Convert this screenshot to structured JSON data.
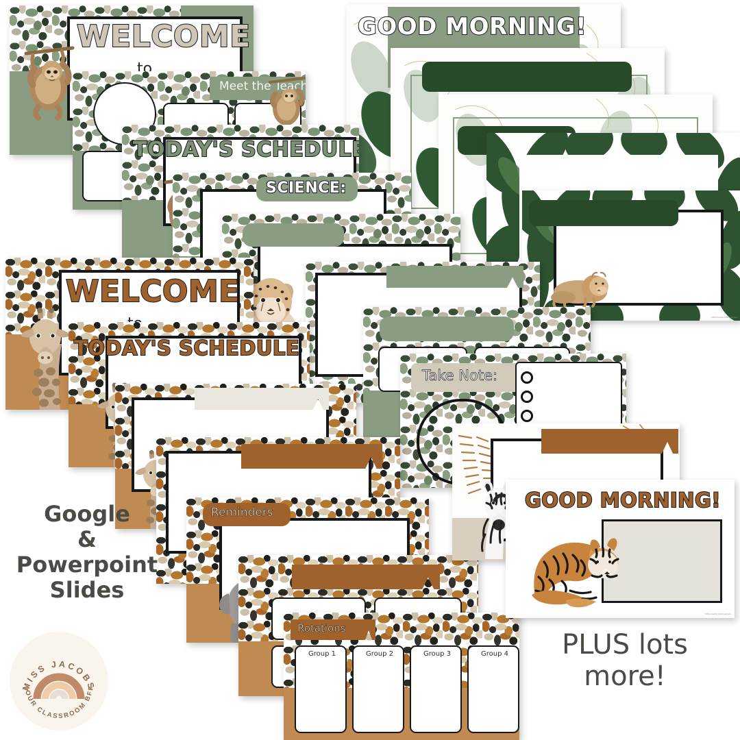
{
  "promo": {
    "left_line1": "Google",
    "left_line2": "&",
    "left_line3": "Powerpoint",
    "left_line4": "Slides",
    "right_line1": "PLUS lots",
    "right_line2": "more!"
  },
  "logo": {
    "top_text": "MISS JACOBS",
    "bottom_text": "YOUR CLASSROOM BFF",
    "icon": "rainbow-icon",
    "bg_color": "#faf5ec",
    "arc_colors": [
      "#c08a6a",
      "#f0cba8",
      "#e6ded4"
    ]
  },
  "palette": {
    "sage": "#8a9d82",
    "dark_green": "#294a29",
    "brown": "#a0622d",
    "tan": "#d4cec0",
    "cream": "#e9e6dd",
    "ink": "#17181a",
    "promo_grey": "#4b4b46"
  },
  "slides": [
    {
      "id": "welcome-sage",
      "title": "WELCOME",
      "subtitle": "to",
      "theme": "sage-leopard",
      "animal": "sloth-icon"
    },
    {
      "id": "meet-the-teacher",
      "title": "Meet the Teacher",
      "theme": "sage-leopard",
      "animal": "sloth-icon",
      "placeholders": [
        "photo-circle",
        "text-box-left",
        "text-box-right",
        "text-box-bottom"
      ]
    },
    {
      "id": "todays-schedule-sage",
      "title": "TODAY'S SCHEDULE",
      "theme": "sage-leopard",
      "animal": "sloth-icon"
    },
    {
      "id": "science-sage",
      "title": "SCIENCE:",
      "theme": "sage-leopard",
      "animal": "toucan-icon"
    },
    {
      "id": "sage-pill-slide",
      "title": "",
      "theme": "sage-leopard",
      "animal": "cheetah-icon"
    },
    {
      "id": "sage-ribbon-slide",
      "title": "",
      "theme": "sage-leopard"
    },
    {
      "id": "sage-two-box-slide",
      "title": "",
      "theme": "sage-leopard"
    },
    {
      "id": "take-note",
      "title": "Take Note:",
      "theme": "sage-leopard",
      "placeholders": [
        "doodle-circle",
        "checklist-box"
      ]
    },
    {
      "id": "good-morning-sage",
      "title": "GOOD MORNING!",
      "theme": "gold-tropical"
    },
    {
      "id": "gold-tropical-bar-1",
      "title": "",
      "theme": "gold-tropical"
    },
    {
      "id": "gold-tropical-bar-2",
      "title": "",
      "theme": "gold-tropical"
    },
    {
      "id": "banana-leaf-blank",
      "title": "",
      "theme": "banana-leaf"
    },
    {
      "id": "banana-leaf-lion",
      "title": "",
      "theme": "banana-leaf",
      "animal": "lion-icon"
    },
    {
      "id": "welcome-brown",
      "title": "WELCOME",
      "subtitle": "to",
      "theme": "tan-terrazzo",
      "animal": "giraffe-icon"
    },
    {
      "id": "todays-schedule-brown",
      "title": "TODAY'S SCHEDULE",
      "theme": "tan-terrazzo",
      "animal": "giraffe-icon"
    },
    {
      "id": "cream-ribbon-slide",
      "title": "",
      "theme": "tan-terrazzo",
      "animal": "giraffe-icon"
    },
    {
      "id": "brown-ribbon-slide",
      "title": "",
      "theme": "tan-terrazzo"
    },
    {
      "id": "reminders",
      "title": "Reminders",
      "theme": "tan-terrazzo",
      "animal": "elephant-icon"
    },
    {
      "id": "brown-two-box-slide",
      "title": "",
      "theme": "tan-terrazzo"
    },
    {
      "id": "rotations",
      "title": "Rotations",
      "theme": "tan-terrazzo",
      "groups": [
        "Group 1",
        "Group 2",
        "Group 3",
        "Group 4"
      ]
    },
    {
      "id": "zebra-slide",
      "title": "",
      "theme": "boho-sunburst",
      "animal": "zebra-icon"
    },
    {
      "id": "good-morning-tiger",
      "title": "GOOD MORNING!",
      "theme": "plain-white",
      "animal": "tiger-icon"
    }
  ]
}
